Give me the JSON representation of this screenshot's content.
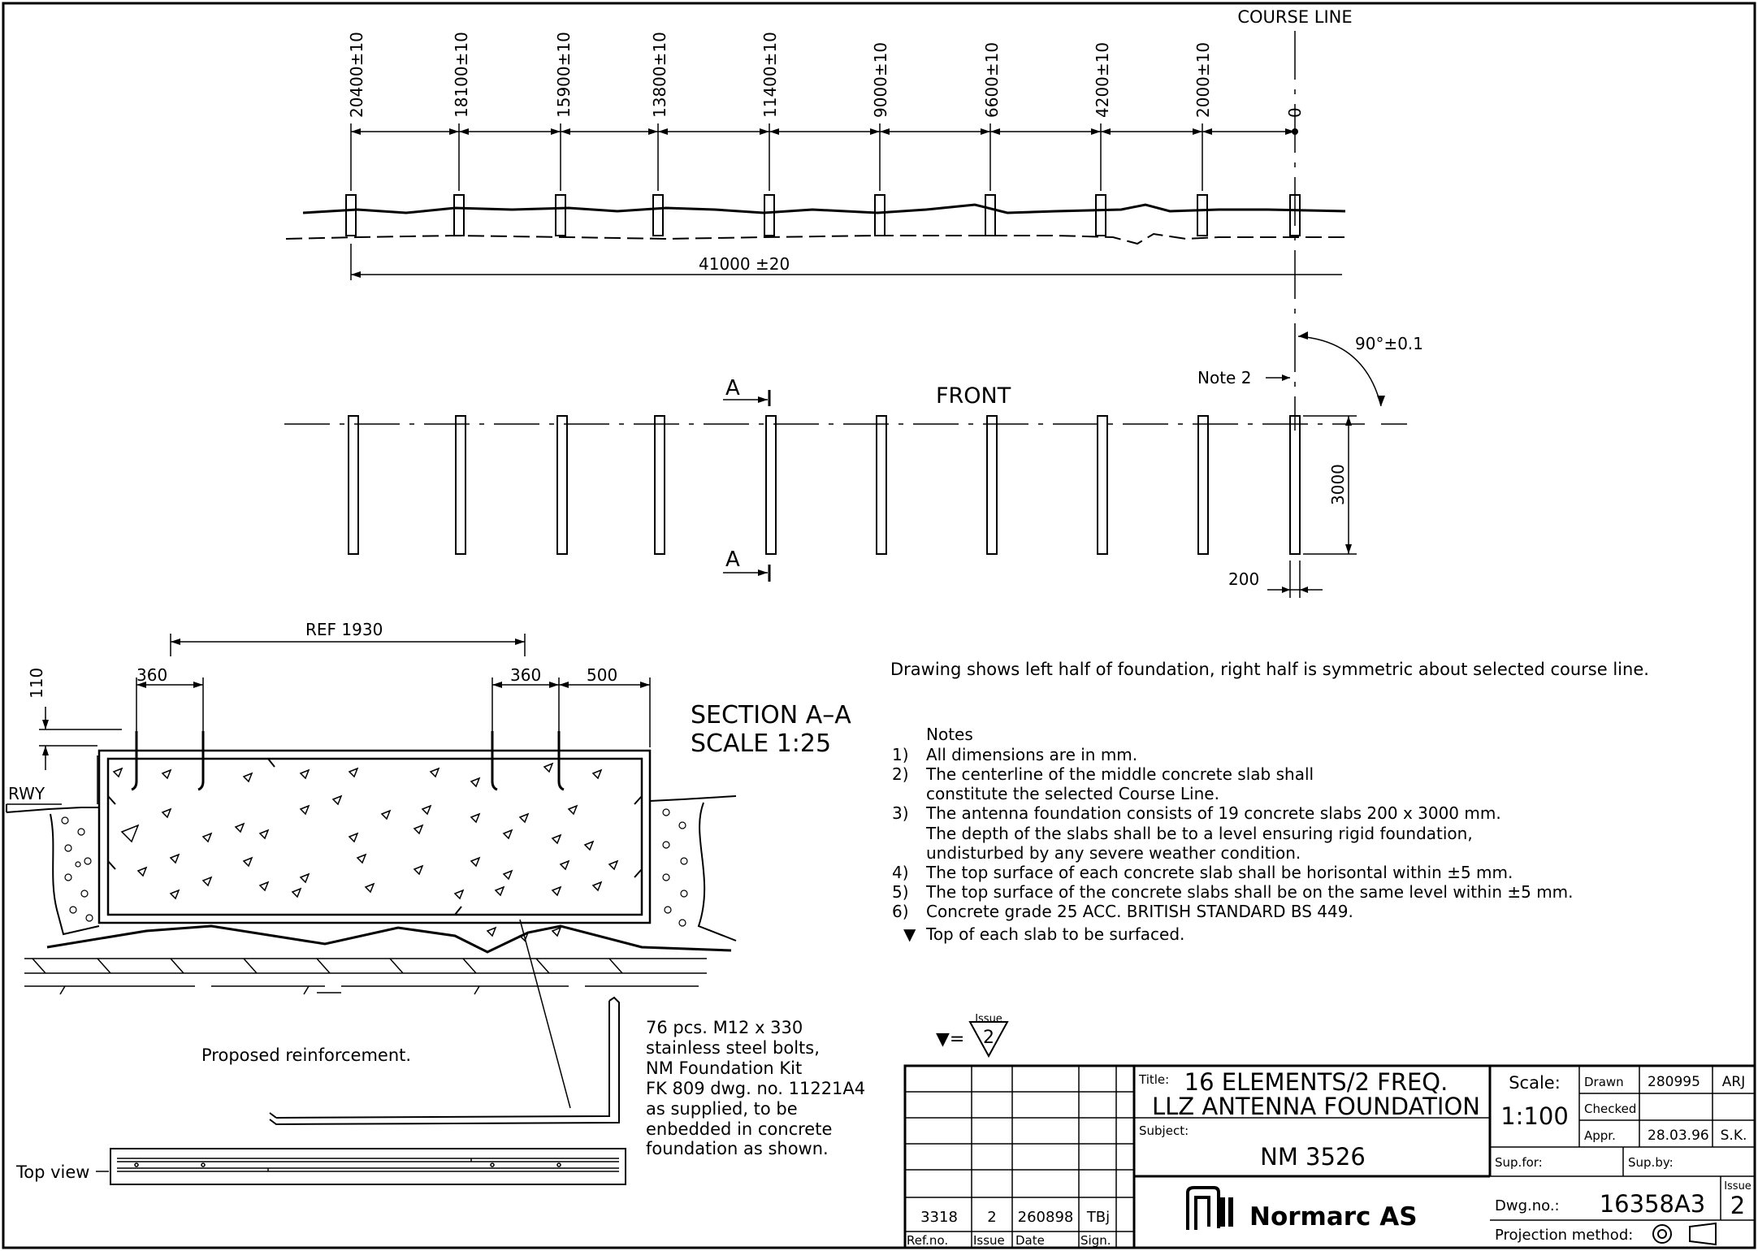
{
  "top_view": {
    "course_line_label": "COURSE LINE",
    "positions": [
      "20400±10",
      "18100±10",
      "15900±10",
      "13800±10",
      "11400±10",
      "9000±10",
      "6600±10",
      "4200±10",
      "2000±10",
      "0"
    ],
    "overall_length": "41000 ±20",
    "angle": "90°±0.1",
    "note_ref": "Note 2",
    "front_label": "FRONT",
    "section_mark": "A",
    "slab_length": "3000",
    "slab_width": "200"
  },
  "section": {
    "ref_dim": "REF 1930",
    "dim_360_left": "360",
    "dim_360_right": "360",
    "dim_500": "500",
    "dim_110": "110",
    "rwy_label": "RWY",
    "title_line1": "SECTION A–A",
    "title_line2": "SCALE 1:25"
  },
  "reinforcement": {
    "label": "Proposed reinforcement.",
    "top_view_label": "Top view",
    "callout": [
      "76 pcs. M12 x 330",
      "stainless steel bolts,",
      "NM Foundation Kit",
      "FK 809 dwg. no. 11221A4",
      "as supplied, to be",
      "enbedded in concrete",
      "foundation as shown."
    ]
  },
  "statement": "Drawing shows left half of foundation, right half is symmetric about selected course line.",
  "notes": {
    "heading": "Notes",
    "items": [
      {
        "num": "1)",
        "text": "All dimensions are in mm."
      },
      {
        "num": "2)",
        "text": "The centerline of the middle concrete slab shall"
      },
      {
        "num": "",
        "text": "constitute the selected Course Line."
      },
      {
        "num": "3)",
        "text": "The antenna foundation consists of 19 concrete slabs 200 x 3000 mm."
      },
      {
        "num": "",
        "text": "The depth of the slabs shall be to a level ensuring rigid foundation,"
      },
      {
        "num": "",
        "text": "undisturbed by any severe weather condition."
      },
      {
        "num": "4)",
        "text": "The top surface of each concrete slab shall be horisontal within ±5 mm."
      },
      {
        "num": "5)",
        "text": "The top surface of the concrete slabs shall be on the same level within ±5 mm."
      },
      {
        "num": "6)",
        "text": "Concrete grade 25 ACC. BRITISH STANDARD BS 449."
      },
      {
        "num": "▼",
        "text": "Top of each slab to be surfaced."
      }
    ]
  },
  "issue_symbol": {
    "prefix": "▼=",
    "label": "Issue",
    "number": "2"
  },
  "title_block": {
    "title_label": "Title:",
    "title_line1": "16 ELEMENTS/2 FREQ.",
    "title_line2": "LLZ ANTENNA FOUNDATION",
    "subject_label": "Subject:",
    "subject": "NM 3526",
    "company": "Normarc AS",
    "scale_label": "Scale:",
    "scale": "1:100",
    "drawn_label": "Drawn",
    "drawn_date": "280995",
    "drawn_sign": "ARJ",
    "checked_label": "Checked",
    "appr_label": "Appr.",
    "appr_date": "28.03.96",
    "appr_sign": "S.K.",
    "supfor_label": "Sup.for:",
    "supby_label": "Sup.by:",
    "dwgno_label": "Dwg.no.:",
    "dwgno": "16358A3",
    "issue_label": "Issue",
    "issue": "2",
    "projection_label": "Projection method:",
    "revision": {
      "ref": "3318",
      "issue": "2",
      "date": "260898",
      "sign": "TBj"
    },
    "rev_headers": [
      "Ref.no.",
      "Issue",
      "Date",
      "Sign."
    ]
  }
}
